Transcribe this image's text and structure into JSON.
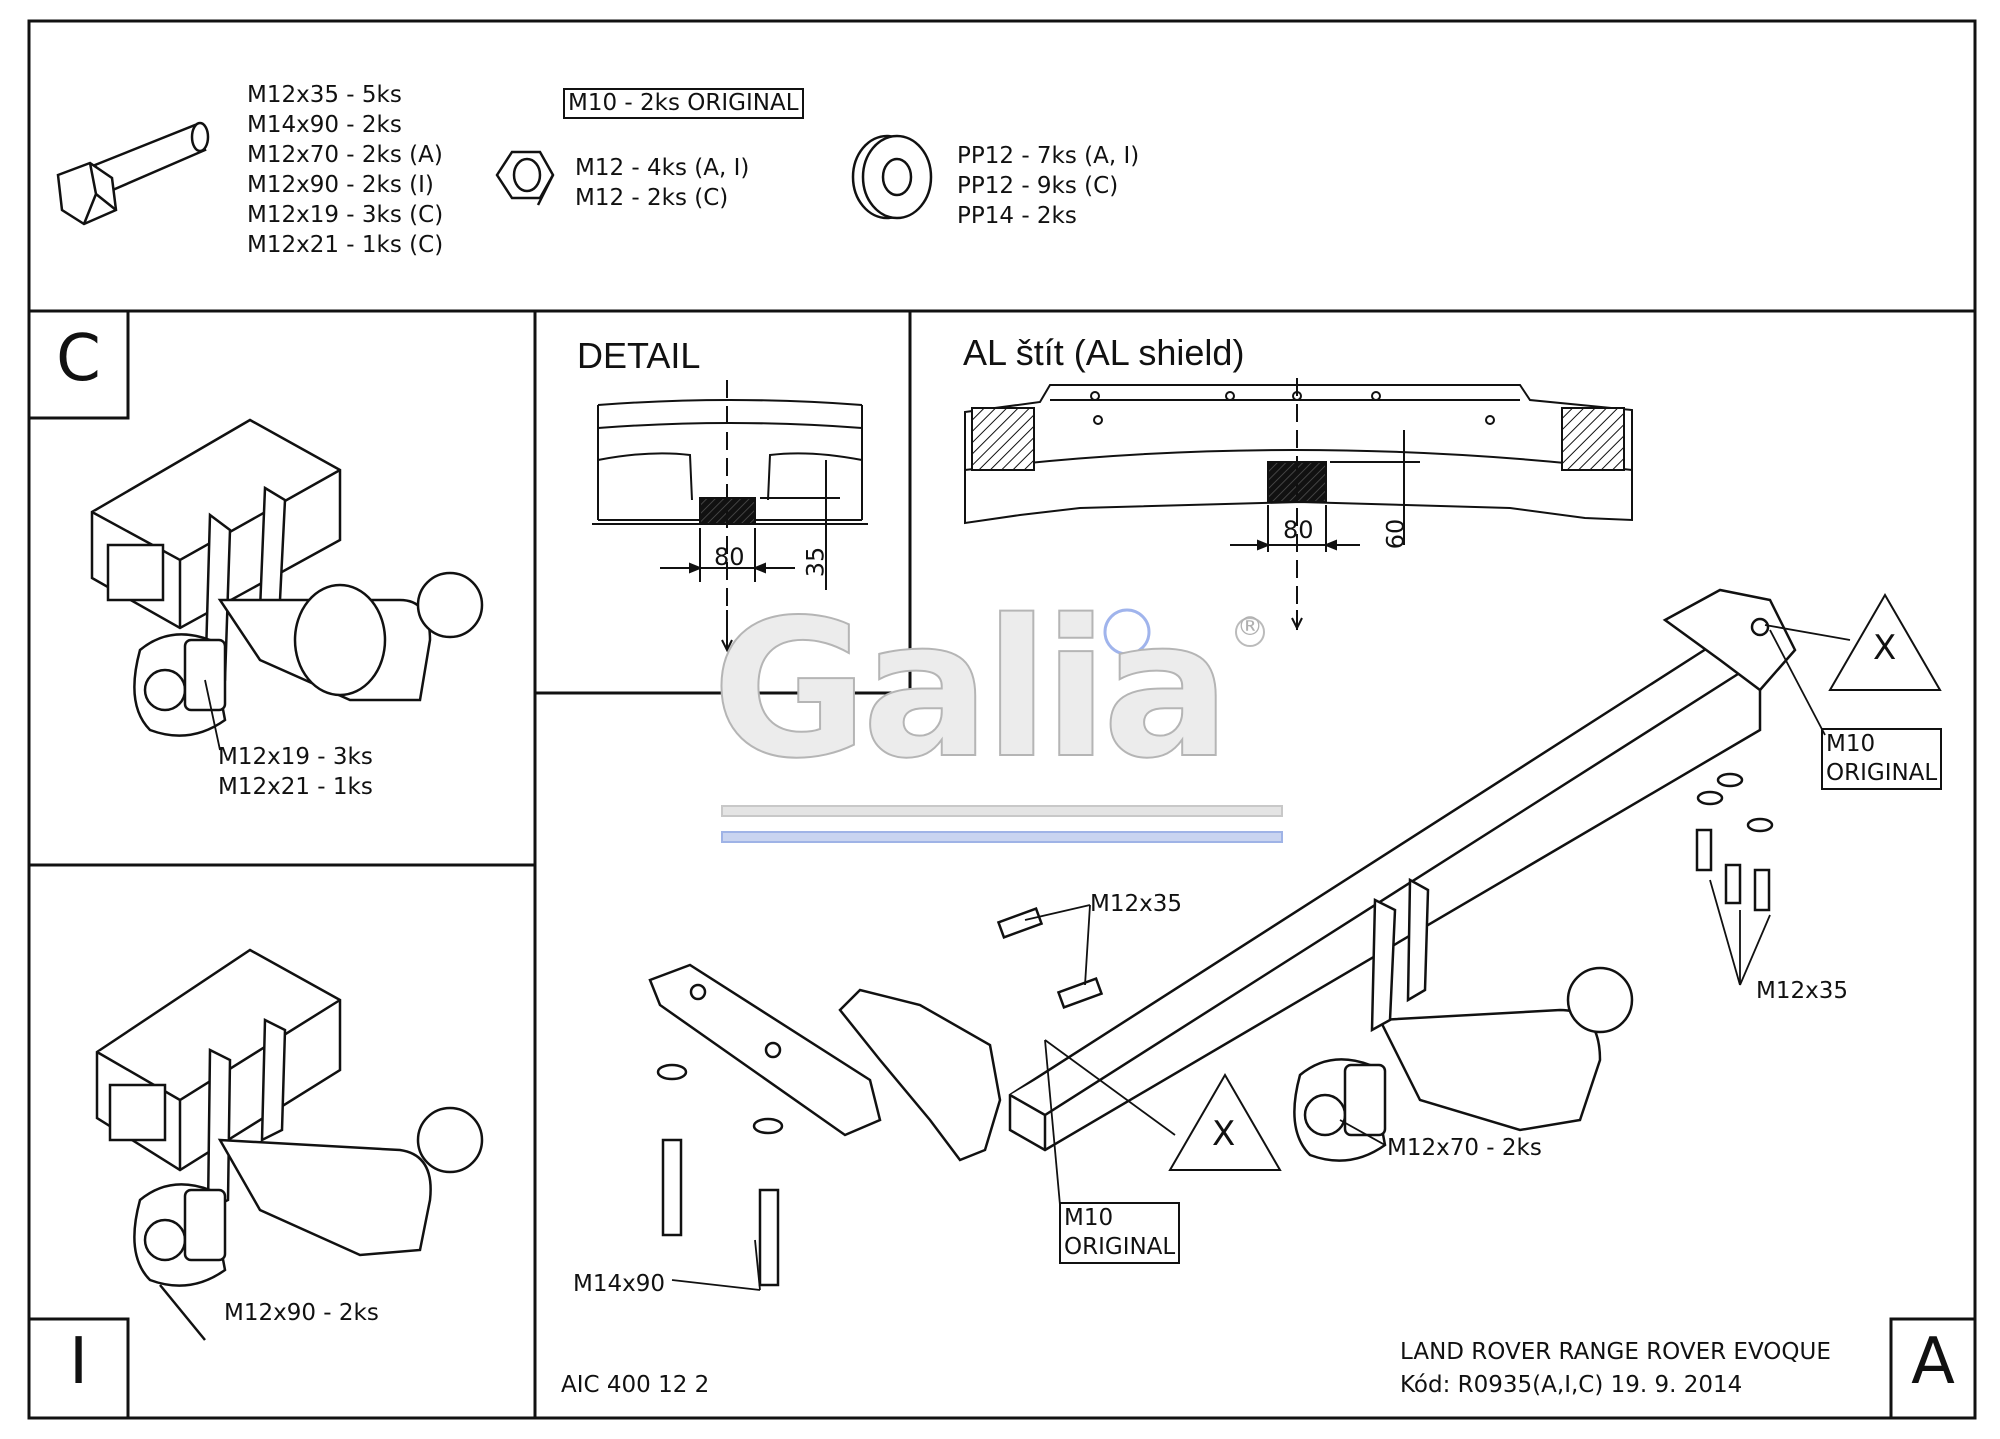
{
  "hardware": {
    "bolts": [
      "M12x35 - 5ks",
      "M14x90 - 2ks",
      "M12x70 - 2ks (A)",
      "M12x90 - 2ks (I)",
      "M12x19 - 3ks (C)",
      "M12x21 - 1ks (C)"
    ],
    "nut_original": "M10 - 2ks ORIGINAL",
    "nuts": [
      "M12 - 4ks (A, I)",
      "M12 - 2ks (C)"
    ],
    "washers": [
      "PP12 - 7ks (A, I)",
      "PP12 - 9ks (C)",
      "PP14 - 2ks"
    ]
  },
  "panel_c": {
    "letter": "C",
    "labels": [
      "M12x19 - 3ks",
      "M12x21 - 1ks"
    ]
  },
  "panel_i": {
    "letter": "I",
    "label": "M12x90 - 2ks"
  },
  "detail": {
    "title": "DETAIL",
    "dim_width": "80",
    "dim_height": "35"
  },
  "shield": {
    "title": "AL štít  (AL shield)",
    "dim_width": "80",
    "dim_height": "60"
  },
  "logo": {
    "text": "Galia",
    "registered": "®"
  },
  "panel_a": {
    "letter": "A",
    "marker": "X",
    "m10_original": [
      "M10",
      "ORIGINAL"
    ],
    "m12x35": "M12x35",
    "m12x70": "M12x70 - 2ks",
    "m14x90": "M14x90"
  },
  "footer": {
    "code": "AIC 400 12 2",
    "vehicle": "LAND ROVER RANGE ROVER EVOQUE",
    "kod": "Kód: R0935(A,I,C)  19. 9. 2014"
  }
}
